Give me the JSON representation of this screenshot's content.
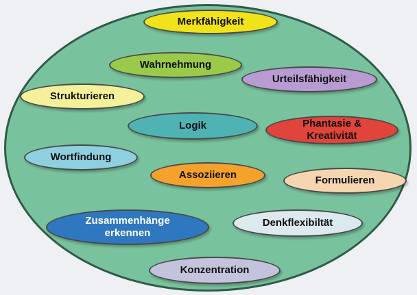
{
  "diagram": {
    "items": [
      {
        "id": "merkfaehigkeit",
        "label": "Merkfähigkeit",
        "color": "#f1e31a",
        "text_color": "#101010"
      },
      {
        "id": "wahrnehmung",
        "label": "Wahrnehmung",
        "color": "#9bc94a",
        "text_color": "#101010"
      },
      {
        "id": "urteilsfaehigkeit",
        "label": "Urteilsfähigkeit",
        "color": "#b79bd1",
        "text_color": "#101010"
      },
      {
        "id": "strukturieren",
        "label": "Strukturieren",
        "color": "#f5f09a",
        "text_color": "#101010"
      },
      {
        "id": "logik",
        "label": "Logik",
        "color": "#4fb3b3",
        "text_color": "#101010"
      },
      {
        "id": "phantasie",
        "label": "Phantasie &\nKreativität",
        "color": "#e0443a",
        "text_color": "#101010"
      },
      {
        "id": "wortfindung",
        "label": "Wortfindung",
        "color": "#8ecfe0",
        "text_color": "#101010"
      },
      {
        "id": "assoziieren",
        "label": "Assoziieren",
        "color": "#f4a22b",
        "text_color": "#101010"
      },
      {
        "id": "formulieren",
        "label": "Formulieren",
        "color": "#f6d6b0",
        "text_color": "#101010"
      },
      {
        "id": "zusammenhaenge",
        "label": "Zusammenhänge\nerkennen",
        "color": "#2f78bf",
        "text_color": "#ffffff"
      },
      {
        "id": "denkflexibilitaet",
        "label": "Denkflexibiltät",
        "color": "#dce9ee",
        "text_color": "#101010"
      },
      {
        "id": "konzentration",
        "label": "Konzentration",
        "color": "#c4c3de",
        "text_color": "#101010"
      }
    ]
  }
}
